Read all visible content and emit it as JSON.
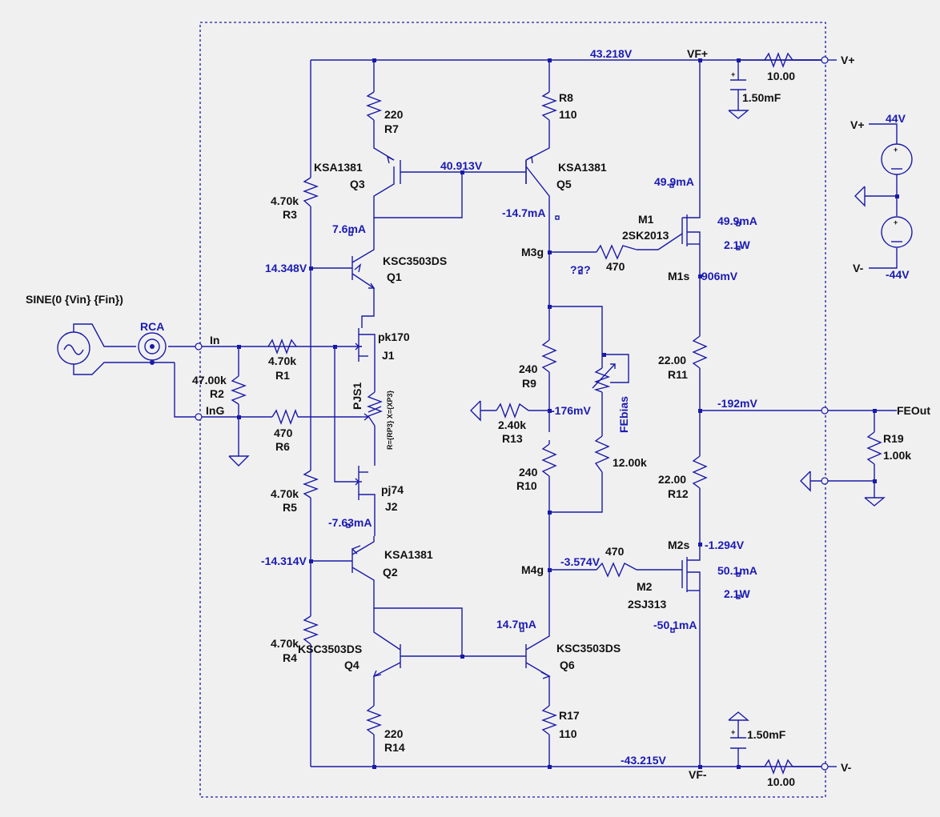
{
  "source": {
    "text": "SINE(0 {Vin} {Fin})",
    "rca": "RCA"
  },
  "nets": {
    "vin": "In",
    "ing": "InG",
    "vfp": "VF+",
    "vfm": "VF-",
    "m3g": "M3g",
    "m4g": "M4g",
    "m1s": "M1s",
    "m2s": "M2s",
    "feout": "FEOut",
    "vplus": "V+",
    "vminus": "V-",
    "vplus2": "V+",
    "vminus2": "V-",
    "febias": "FEbias"
  },
  "components": {
    "r1": {
      "name": "R1",
      "value": "4.70k"
    },
    "r2": {
      "name": "R2",
      "value": "47.00k"
    },
    "r3": {
      "name": "R3",
      "value": "4.70k"
    },
    "r4": {
      "name": "R4",
      "value": "4.70k"
    },
    "r5": {
      "name": "R5",
      "value": "4.70k"
    },
    "r6": {
      "name": "R6",
      "value": "470"
    },
    "r7": {
      "name": "R7",
      "value": "220"
    },
    "r8": {
      "name": "R8",
      "value": "110"
    },
    "r9": {
      "name": "R9",
      "value": "240"
    },
    "r10": {
      "name": "R10",
      "value": "240"
    },
    "r11": {
      "name": "R11",
      "value": "22.00"
    },
    "r12": {
      "name": "R12",
      "value": "22.00"
    },
    "r13": {
      "name": "R13",
      "value": "2.40k"
    },
    "r14": {
      "name": "R14",
      "value": "220"
    },
    "r17": {
      "name": "R17",
      "value": "110"
    },
    "r19": {
      "name": "R19",
      "value": "1.00k"
    },
    "rg1": {
      "value": "470"
    },
    "rg2": {
      "value": "470"
    },
    "rfb": {
      "value": "12.00k"
    },
    "rp": {
      "value": "10.00"
    },
    "rm": {
      "value": "10.00"
    },
    "cp": {
      "value": "1.50mF"
    },
    "cm": {
      "value": "1.50mF"
    },
    "q1": {
      "name": "Q1",
      "part": "KSC3503DS"
    },
    "q2": {
      "name": "Q2",
      "part": "KSA1381"
    },
    "q3": {
      "name": "Q3",
      "part": "KSA1381"
    },
    "q4": {
      "name": "Q4",
      "part": "KSC3503DS"
    },
    "q5": {
      "name": "Q5",
      "part": "KSA1381"
    },
    "q6": {
      "name": "Q6",
      "part": "KSC3503DS"
    },
    "j1": {
      "name": "J1",
      "part": "pk170"
    },
    "j2": {
      "name": "J2",
      "part": "pj74"
    },
    "m1": {
      "name": "M1",
      "part": "2SK2013"
    },
    "m2": {
      "name": "M2",
      "part": "2SJ313"
    },
    "pjs1": {
      "name": "PJS1",
      "expr": "R={RP3} X={XP3}"
    },
    "vs1": {
      "value": "44V"
    },
    "vs2": {
      "value": "-44V"
    }
  },
  "readings": {
    "v_top": "43.218V",
    "v_bot": "-43.215V",
    "v_q35b": "40.913V",
    "v_q1b": "14.348V",
    "v_q2b": "-14.314V",
    "i_q3": "7.6mA",
    "i_j2": "-7.63mA",
    "i_q5": "-14.7mA",
    "i_q6": "14.7mA",
    "i_m1d": "49.9mA",
    "i_m1": "49.9mA",
    "p_m1": "2.1W",
    "v_m1s": "906mV",
    "m3g_q": "???",
    "v_r13": "-176mV",
    "v_out": "-192mV",
    "v_m2s": "-1.294V",
    "v_m4g": "-3.574V",
    "i_m2": "50.1mA",
    "p_m2": "2.1W",
    "i_m2s": "-50.1mA"
  }
}
